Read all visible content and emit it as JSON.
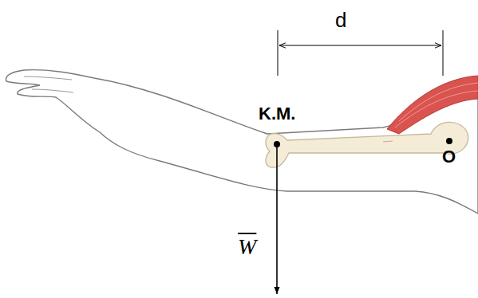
{
  "diagram": {
    "labels": [
      "d",
      "K.M.",
      "O",
      "W"
    ]
  }
}
